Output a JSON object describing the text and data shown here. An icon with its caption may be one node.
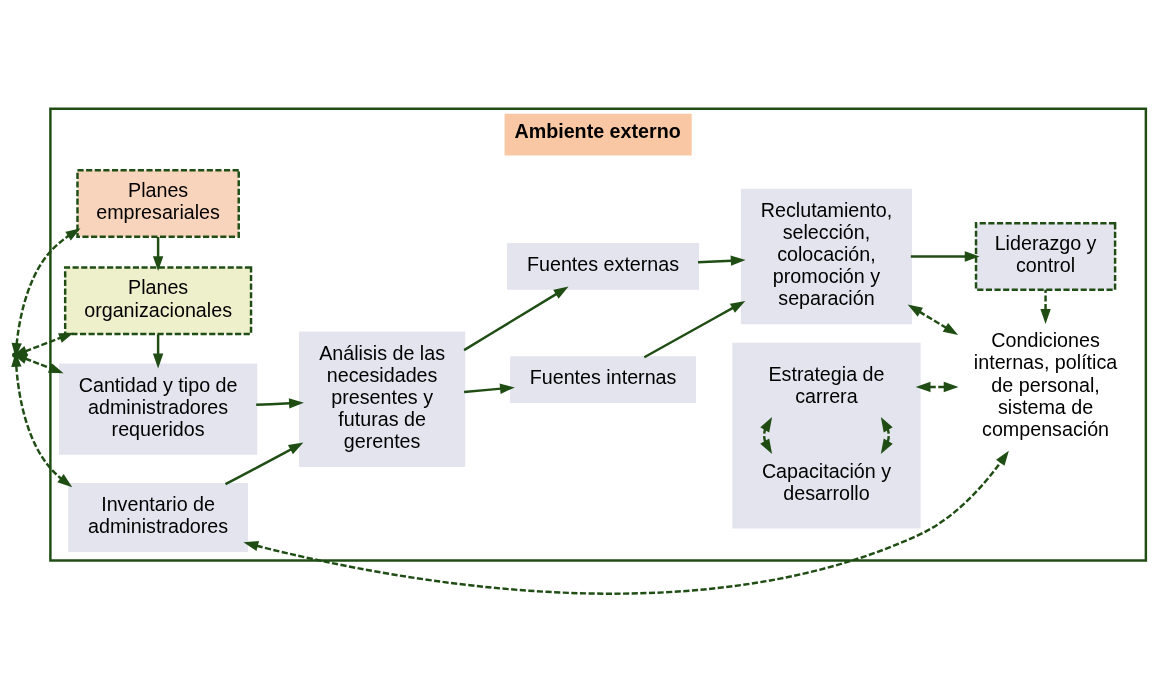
{
  "diagram": {
    "nodes": [
      {
        "text": [
          "Ambiente externo"
        ]
      },
      {
        "text": [
          "Planes empresariales"
        ],
        "in": 0
      },
      {
        "text": [
          "Planes organizacionales"
        ],
        "in": 0
      },
      {
        "text": [
          "Cantidad y tipo de administradores requeridos"
        ],
        "in": 0
      },
      {
        "text": [
          "Inventario de administradores"
        ],
        "in": 0
      },
      {
        "text": [
          "Análisis de las necesidades presentes y futuras de gerentes"
        ],
        "in": 0
      },
      {
        "text": [
          "Fuentes externas"
        ],
        "in": 0
      },
      {
        "text": [
          "Fuentes internas"
        ],
        "in": 0
      },
      {
        "text": [
          "Reclutamiento, selección, colocación, promoción y separación"
        ],
        "in": 0
      },
      {
        "text": [],
        "shape": "box",
        "in": 0
      },
      {
        "text": [
          "Estrategia de carrera"
        ],
        "in": 9
      },
      {
        "text": [
          "Capacitación y desarrollo"
        ],
        "in": 9
      },
      {
        "text": [
          "Liderazgo y control"
        ],
        "in": 0
      },
      {
        "text": [
          "Condiciones internas, política de personal, sistema de compensación"
        ],
        "in": 0
      }
    ],
    "edges": [
      {
        "from": null,
        "to": 1,
        "arrow": "both",
        "style": "dashed"
      },
      {
        "from": null,
        "to": 2,
        "arrow": "both",
        "style": "dashed"
      },
      {
        "from": null,
        "to": 3,
        "arrow": "both",
        "style": "dashed"
      },
      {
        "from": null,
        "to": 4,
        "arrow": "both",
        "style": "dashed"
      },
      {
        "from": 1,
        "to": 2,
        "arrow": "to"
      },
      {
        "from": 2,
        "to": 3,
        "arrow": "to"
      },
      {
        "from": 3,
        "to": 5,
        "arrow": "to"
      },
      {
        "from": 4,
        "to": 5,
        "arrow": "to"
      },
      {
        "from": 5,
        "to": 6,
        "arrow": "to"
      },
      {
        "from": 5,
        "to": 7,
        "arrow": "to"
      },
      {
        "from": 6,
        "to": 8,
        "arrow": "to"
      },
      {
        "from": 7,
        "to": 8,
        "arrow": "to"
      },
      {
        "from": 8,
        "to": 12,
        "arrow": "to"
      },
      {
        "from": 10,
        "to": 11,
        "arrow": "both",
        "style": "dashed"
      },
      {
        "from": 10,
        "to": 11,
        "arrow": "both",
        "style": "dashed"
      },
      {
        "from": 4,
        "to": 13,
        "arrow": "both",
        "style": "dashed"
      },
      {
        "from": 8,
        "to": 13,
        "arrow": "both",
        "style": "dashed"
      },
      {
        "from": 9,
        "to": 13,
        "arrow": "both",
        "style": "dashed"
      },
      {
        "from": 12,
        "to": 13,
        "arrow": "to",
        "style": "dashed"
      }
    ]
  }
}
